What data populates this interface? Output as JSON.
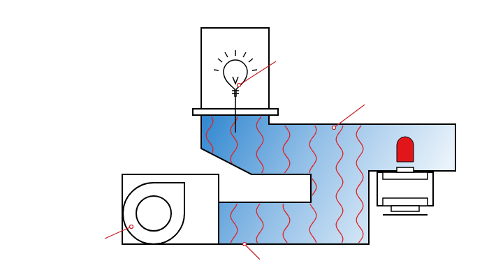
{
  "diagram": {
    "labels": [
      "Discharge Lamp",
      "Microwave",
      "Magnetron",
      "Cooling Fan",
      "Wave Guide"
    ]
  }
}
